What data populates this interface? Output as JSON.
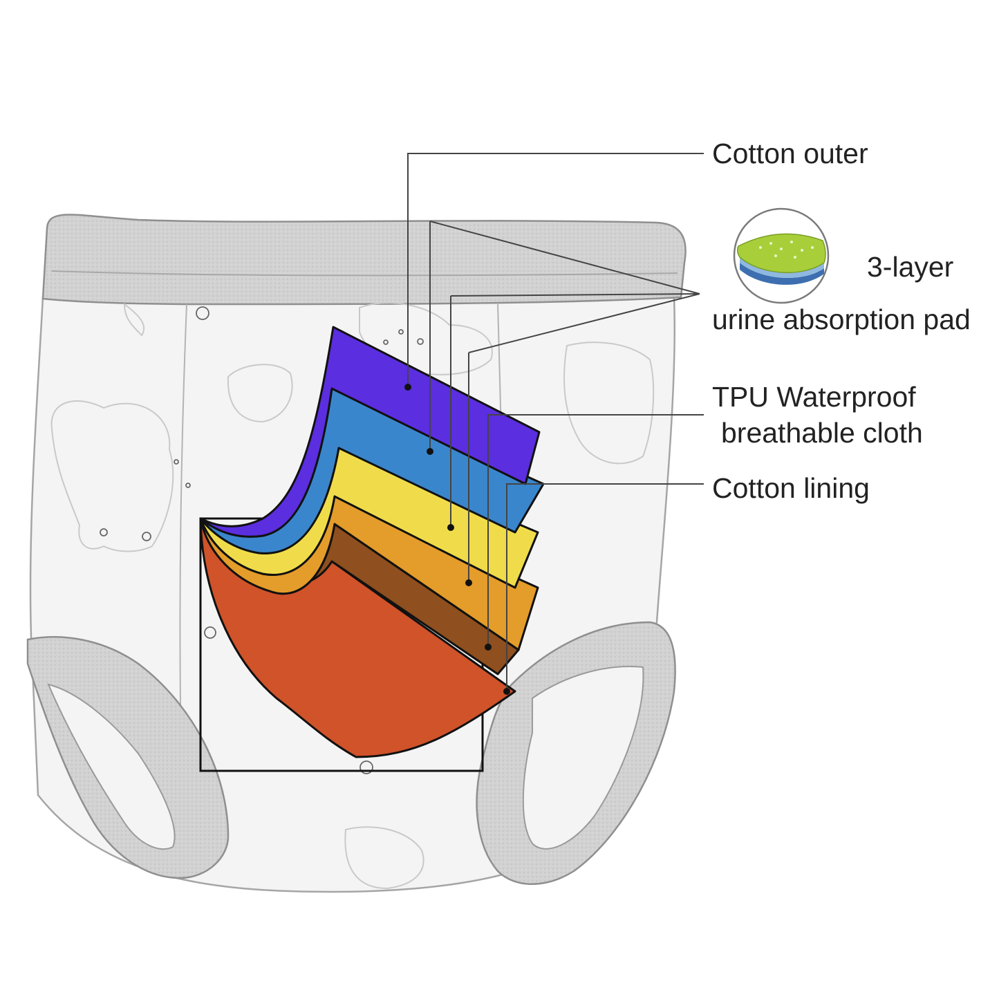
{
  "labels": {
    "cotton_outer": "Cotton outer",
    "pad_line1": "3-layer",
    "pad_line2": "urine absorption pad",
    "tpu_line1": "TPU Waterproof",
    "tpu_line2": "breathable cloth",
    "cotton_lining": "Cotton lining"
  },
  "colors": {
    "layer_purple": "#5b2ee0",
    "layer_blue": "#3a86cc",
    "layer_yellow": "#f0dc4a",
    "layer_orange": "#e49c2a",
    "layer_brown": "#8f4f1e",
    "layer_red": "#d0532a",
    "pad_green": "#a8cf3a",
    "outline": "#111111",
    "sketch": "#9a9a9a"
  },
  "icons": [
    "pad-layers-icon",
    "training-pants-illustration"
  ]
}
